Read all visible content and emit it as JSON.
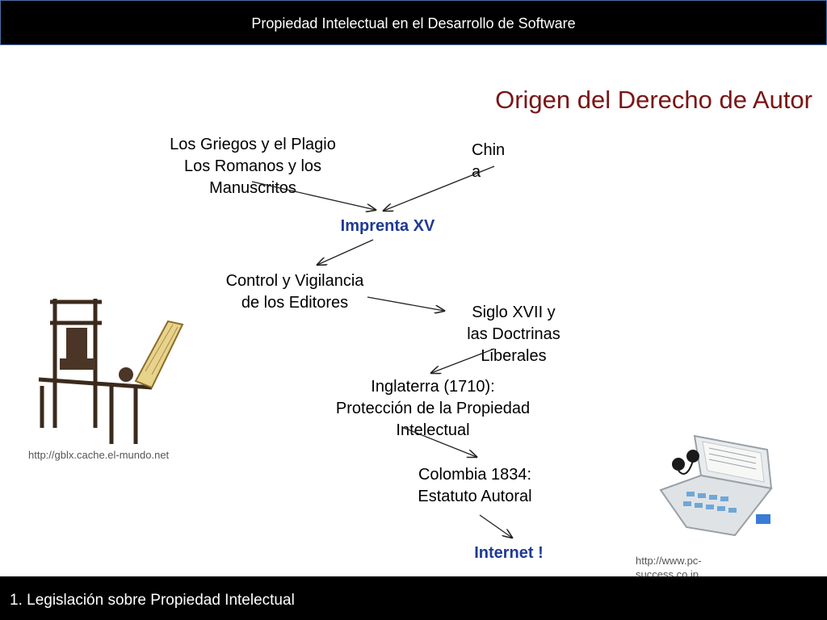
{
  "header": {
    "title": "Propiedad Intelectual en el Desarrollo de Software"
  },
  "slide": {
    "title": "Origen del Derecho de Autor",
    "nodes": {
      "griegos": "Los Griegos y el Plagio\nLos Romanos y los\nManuscritos",
      "china": "Chin\na",
      "imprenta": "Imprenta XV",
      "control": "Control y Vigilancia\nde los Editores",
      "siglo": "Siglo XVII y\nlas Doctrinas\nLiberales",
      "inglaterra": "Inglaterra (1710):\nProtección de la Propiedad\nIntelectual",
      "colombia": "Colombia 1834:\nEstatuto Autoral",
      "internet": "Internet !"
    },
    "credits": {
      "press": "http://gblx.cache.el-mundo.net",
      "device": "http://www.pc-\nsuccess.co.jp"
    },
    "images": {
      "press": "printing-press-illustration",
      "device": "electronic-dictionary-illustration"
    }
  },
  "footer": {
    "label": "1. Legislación sobre Propiedad Intelectual"
  }
}
